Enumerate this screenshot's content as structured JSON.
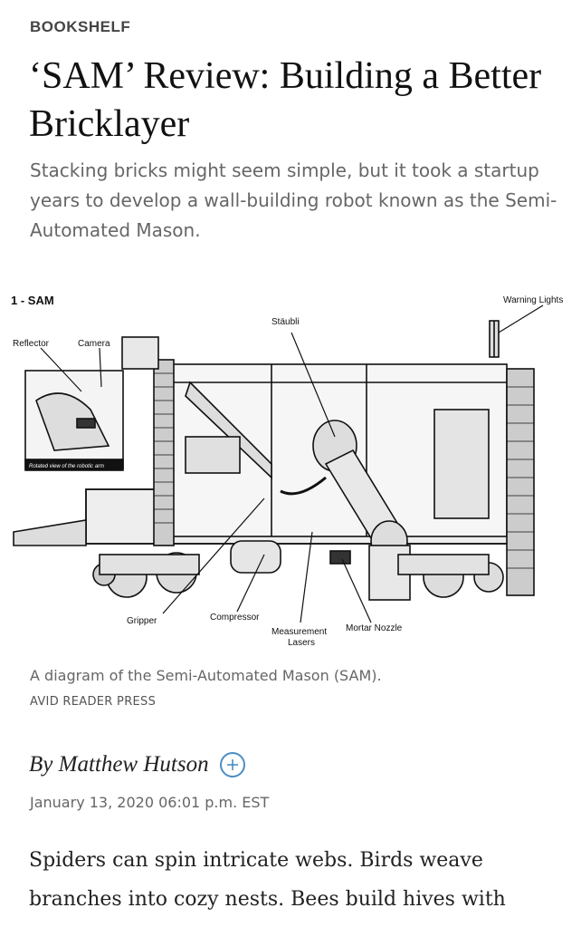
{
  "article": {
    "section": "BOOKSHELF",
    "headline": "‘SAM’ Review: Building a Better Bricklayer",
    "dek": "Stacking bricks might seem simple, but it took a startup years to develop a wall-building robot known as the Semi-Automated Mason.",
    "image_caption": "A diagram of the Semi-Automated Mason (SAM).",
    "image_credit": "AVID READER PRESS",
    "byline": "By Matthew Hutson",
    "date": "January 13, 2020 06:01 p.m. EST",
    "body_start": "Spiders can spin intricate webs. Birds weave branches into cozy nests. Bees build hives with"
  },
  "diagram": {
    "title": "1 - SAM",
    "labels": {
      "warning_lights": "Warning Lights",
      "staubli": "Stäubli",
      "reflector": "Reflector",
      "camera": "Camera",
      "rotated_view": "Rotated view of the robotic arm",
      "gripper": "Gripper",
      "compressor": "Compressor",
      "measurement": "Measurement",
      "lasers": "Lasers",
      "mortar_nozzle": "Mortar Nozzle"
    }
  },
  "icons": {
    "follow": "plus-circle-icon"
  },
  "colors": {
    "follow_accent": "#4a8ec4"
  }
}
